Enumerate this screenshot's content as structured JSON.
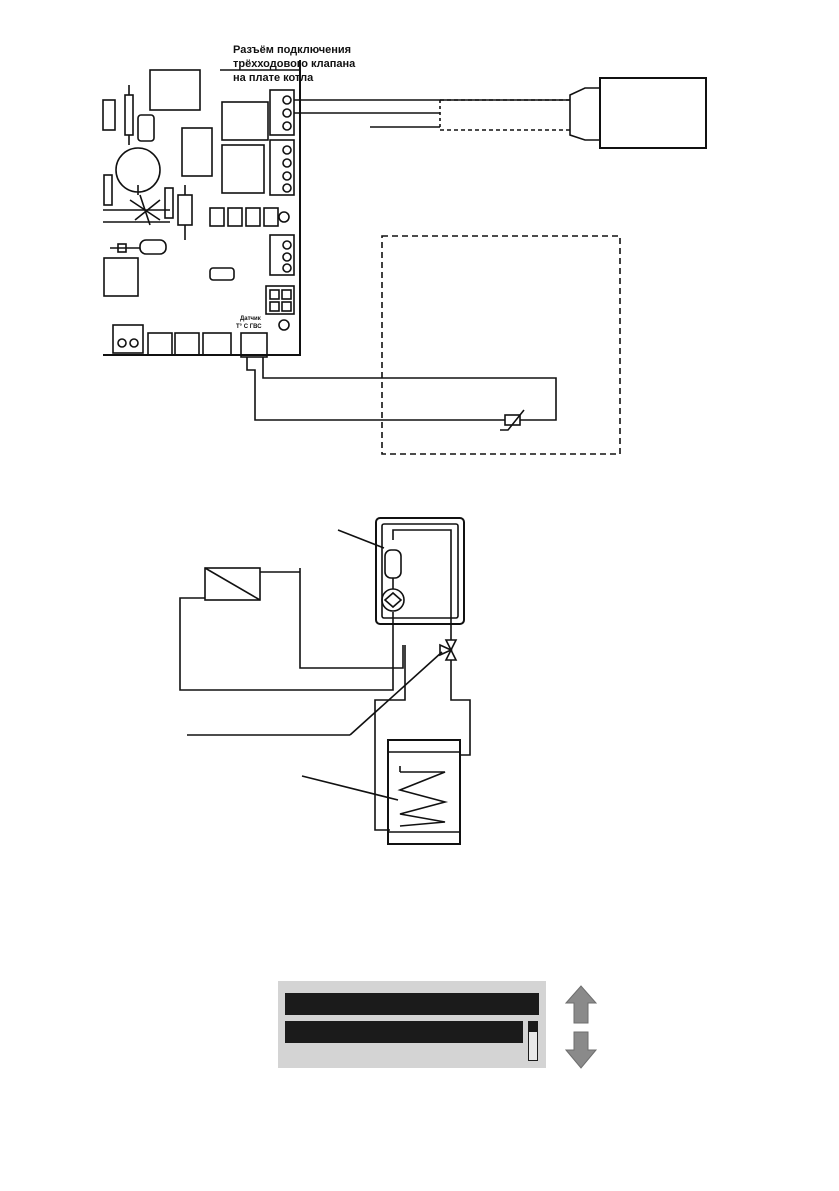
{
  "wiring": {
    "connector_label": [
      "Разъём подключения",
      "трёхходового клапана",
      "на плате котла"
    ],
    "sensor_label": [
      "Датчик",
      "Т° С ГВС"
    ]
  },
  "colors": {
    "line": "#111111",
    "lcd_bg": "#d4d4d4",
    "lcd_bar": "#1b1b1b",
    "arrow": "#8a8a8a"
  },
  "icons": {
    "up": "arrow-up-icon",
    "down": "arrow-down-icon"
  }
}
